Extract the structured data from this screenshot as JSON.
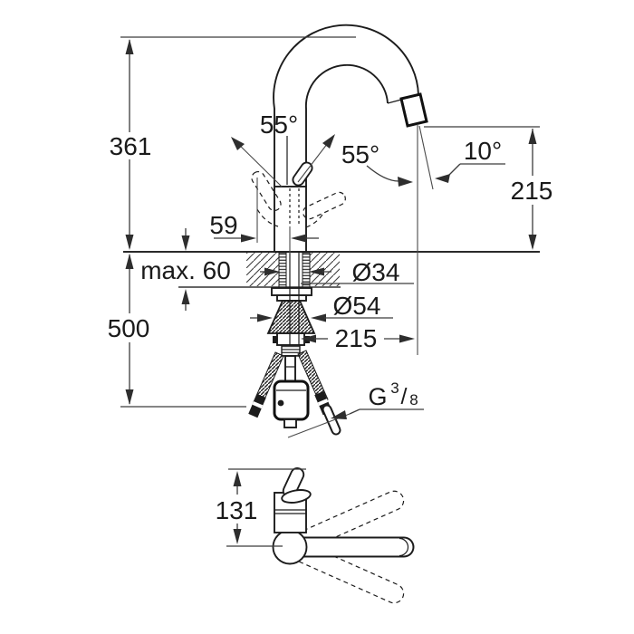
{
  "page": {
    "background": "#ffffff"
  },
  "drawing": {
    "kind": "faucet-dimension-drawing",
    "stroke_color": "#1c1c1c",
    "dimension_color": "#3c3c3c",
    "views": {
      "front": {
        "labels": {
          "overall_height": "361",
          "swivel_left": "55°",
          "swivel_right": "55°",
          "outlet_angle": "10°",
          "outlet_height": "215",
          "lever_offset": "59",
          "deck_thickness": "max. 60",
          "shank_diameter": "Ø34",
          "base_diameter": "Ø54",
          "spout_reach": "215",
          "hose_length": "500",
          "thread": {
            "g": "G",
            "num": "3",
            "slash": "/",
            "den": "8"
          }
        }
      },
      "top": {
        "labels": {
          "lever_reach": "131"
        }
      }
    }
  }
}
